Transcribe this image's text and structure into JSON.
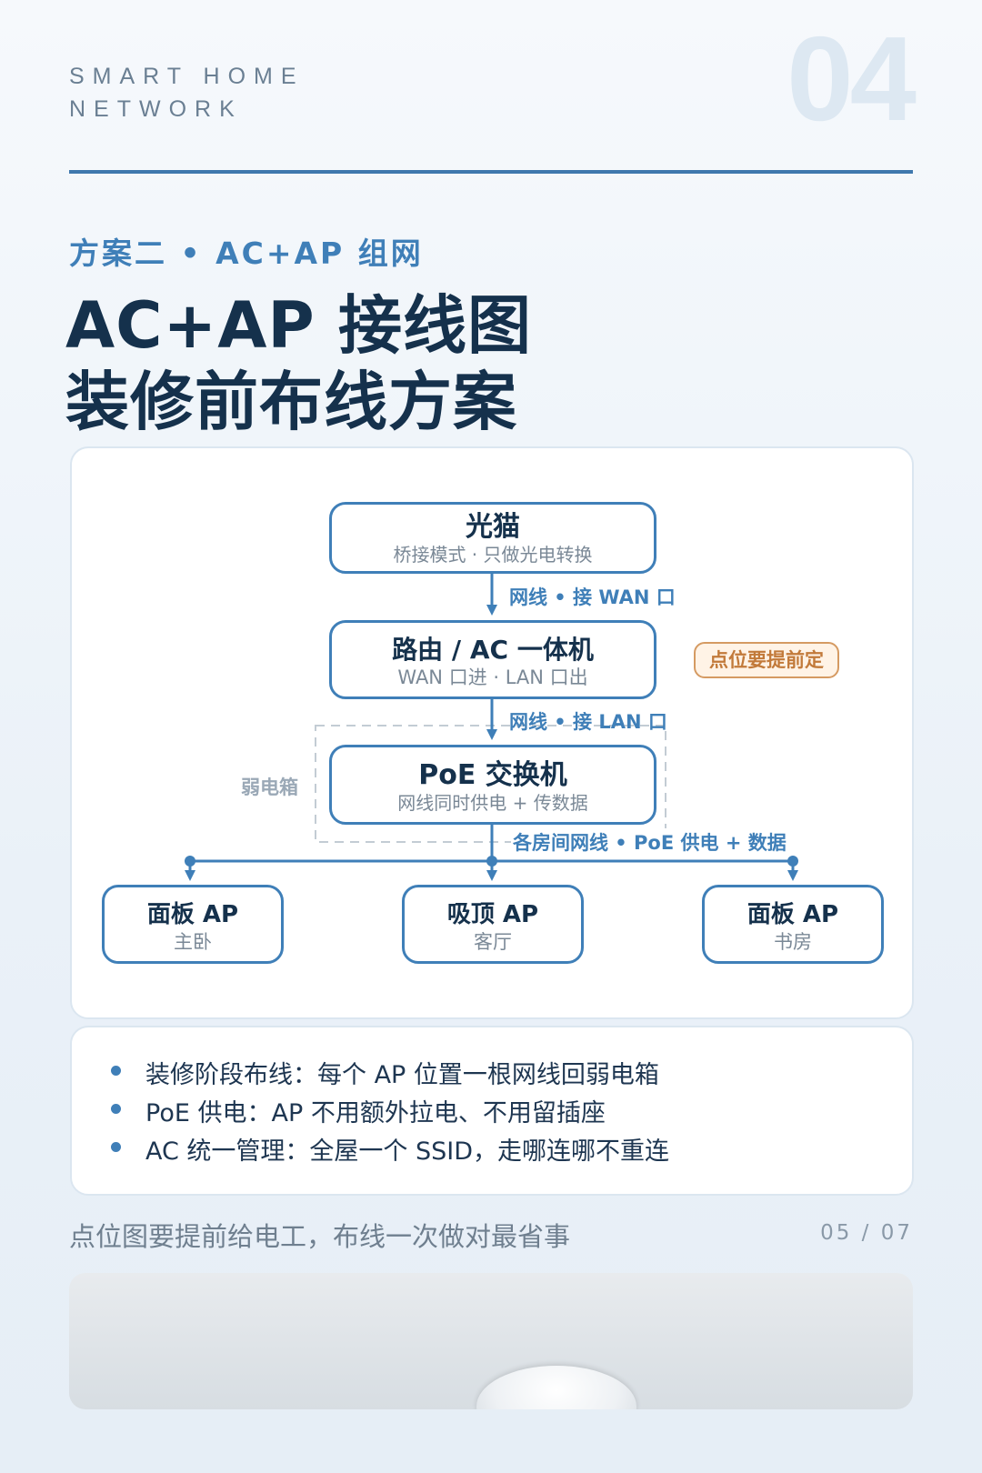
{
  "brand": {
    "line1": "SMART HOME",
    "line2": "NETWORK"
  },
  "page_number": "04",
  "subtitle": "方案二 • AC+AP 组网",
  "title": {
    "line1": "AC+AP 接线图",
    "line2": "装修前布线方案"
  },
  "diagram": {
    "nodes": {
      "modem": {
        "title": "光猫",
        "sub": "桥接模式 · 只做光电转换"
      },
      "router": {
        "title": "路由 / AC 一体机",
        "sub": "WAN 口进 · LAN 口出"
      },
      "switch": {
        "title": "PoE 交换机",
        "sub": "网线同时供电 + 传数据"
      },
      "ap_left": {
        "title": "面板 AP",
        "sub": "主卧"
      },
      "ap_center": {
        "title": "吸顶 AP",
        "sub": "客厅"
      },
      "ap_right": {
        "title": "面板 AP",
        "sub": "书房"
      }
    },
    "edges": {
      "wan": "网线 • 接 WAN 口",
      "lan": "网线 • 接 LAN 口",
      "rooms": "各房间网线 • PoE 供电 + 数据"
    },
    "tag": "点位要提前定",
    "group_label": "弱电箱",
    "colors": {
      "accent": "#3f7fb8",
      "tag": "#d59a62",
      "dashed": "#c3ccd4"
    }
  },
  "notes": [
    "装修阶段布线：每个 AP 位置一根网线回弱电箱",
    "PoE 供电：AP 不用额外拉电、不用留插座",
    "AC 统一管理：全屋一个 SSID，走哪连哪不重连"
  ],
  "footer": {
    "text": "点位图要提前给电工，布线一次做对最省事",
    "pager": "05 / 07"
  }
}
